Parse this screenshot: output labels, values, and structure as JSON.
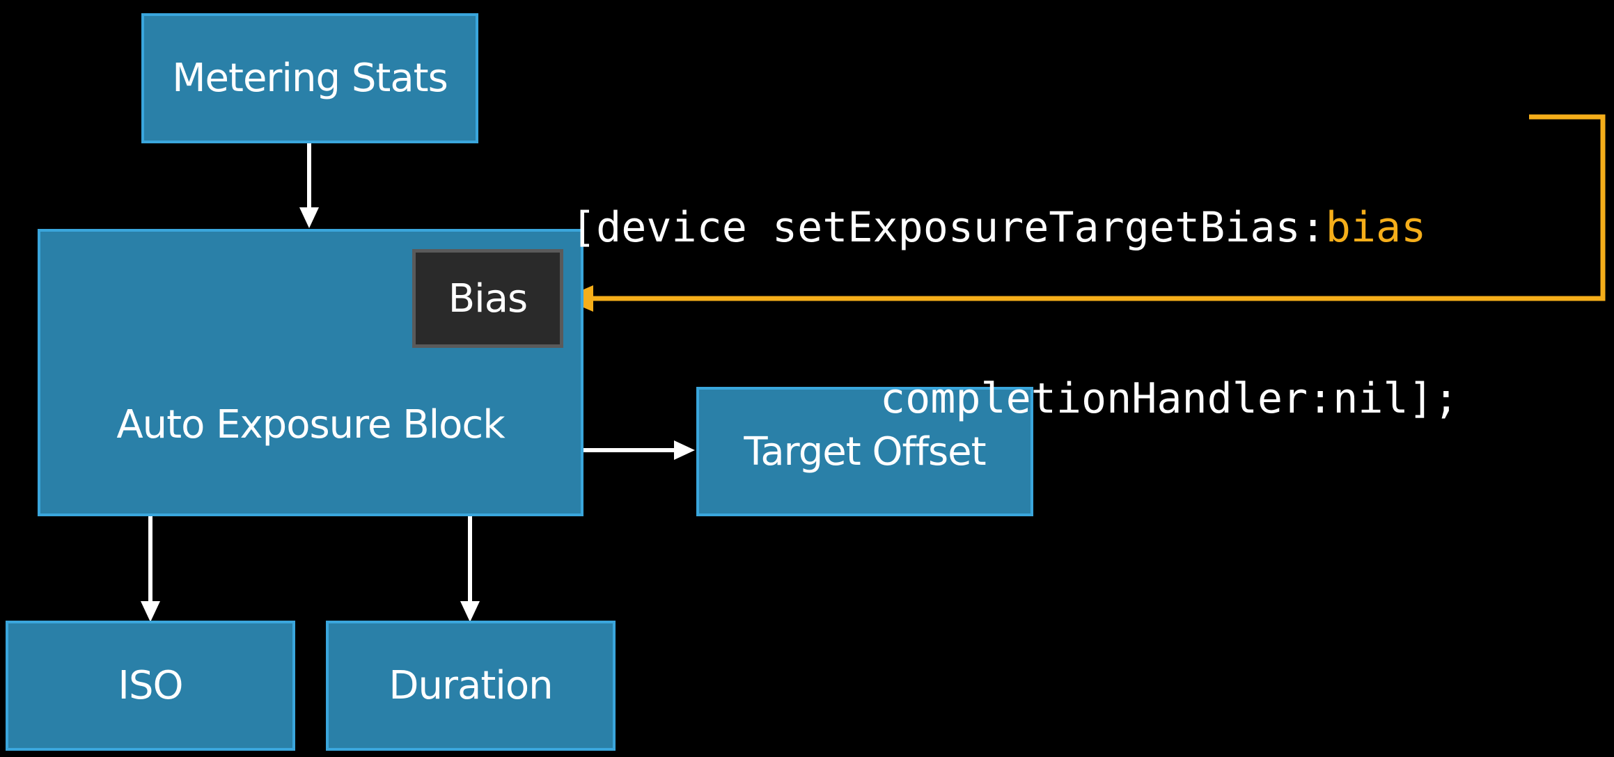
{
  "colors": {
    "background": "#000000",
    "box_fill": "#2a80a8",
    "box_border": "#3aa6dc",
    "bias_fill": "#2a2a2a",
    "highlight": "#f5ae1a",
    "arrow": "#ffffff"
  },
  "diagram": {
    "metering_stats": "Metering Stats",
    "auto_exposure_block": "Auto Exposure Block",
    "bias": "Bias",
    "target_offset": "Target Offset",
    "iso": "ISO",
    "duration": "Duration"
  },
  "code": {
    "line1_prefix": "[device setExposureTargetBias:",
    "line1_param": "bias",
    "line2": "completionHandler:nil];"
  }
}
